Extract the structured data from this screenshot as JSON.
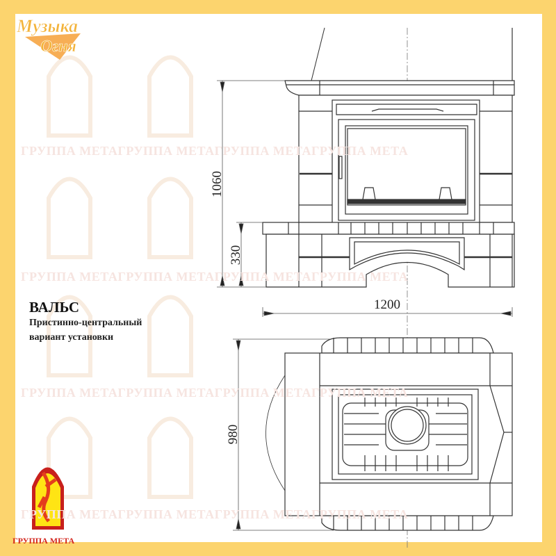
{
  "logo": {
    "text": "Музыка Огня"
  },
  "watermark": {
    "text": "ГРУППА МЕТАГРУППА МЕТАГРУППА МЕТАГРУППА МЕТА"
  },
  "product": {
    "title": "ВАЛЬС",
    "subtitle_line1": "Пристинно-центральный",
    "subtitle_line2": "вариант установки"
  },
  "dimensions": {
    "height_total": "1060",
    "height_base": "330",
    "width": "1200",
    "depth": "980"
  },
  "brand": {
    "name": "ГРУППА МЕТА"
  },
  "colors": {
    "border": "#fcd46e",
    "brand_red": "#d3261d",
    "line": "#333333"
  }
}
